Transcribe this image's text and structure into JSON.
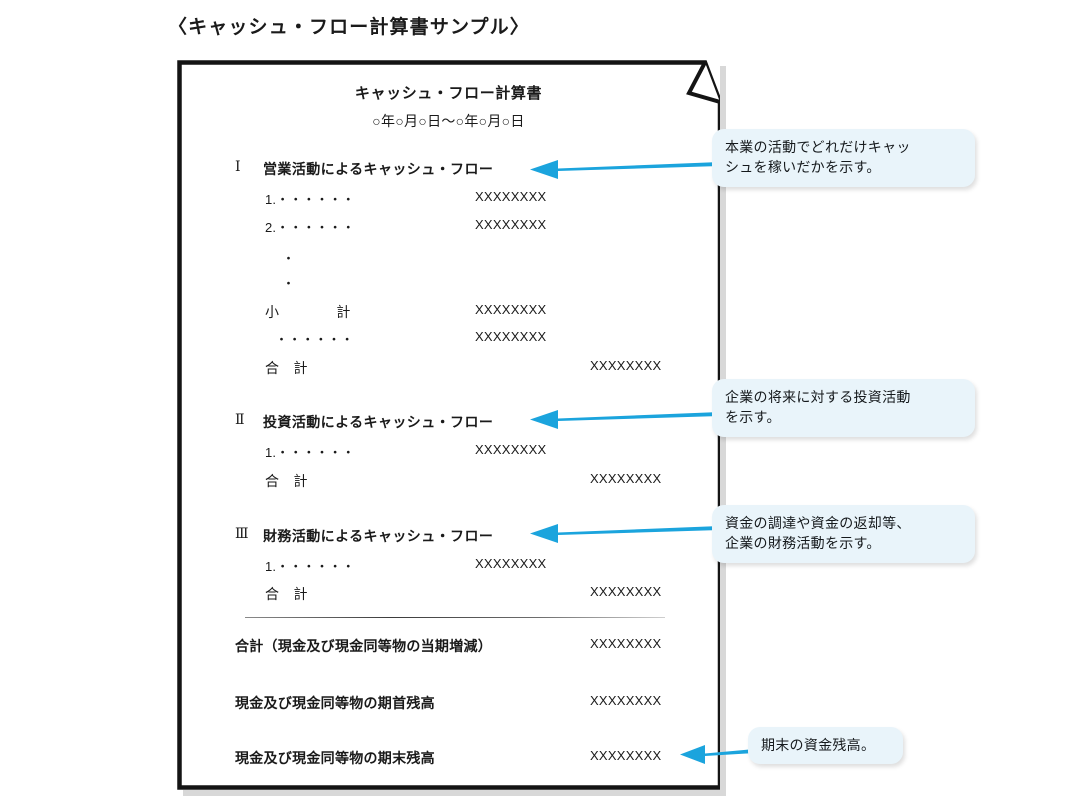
{
  "figure_title": "〈キャッシュ・フロー計算書サンプル〉",
  "document": {
    "title": "キャッシュ・フロー計算書",
    "period": "○年○月○日〜○年○月○日",
    "sections": [
      {
        "numeral": "Ⅰ",
        "label": "営業活動によるキャッシュ・フロー",
        "items": [
          {
            "label": "1.・・・・・・",
            "amount": "XXXXXXXX"
          },
          {
            "label": "2.・・・・・・",
            "amount": "XXXXXXXX"
          },
          {
            "label": "・",
            "amount": ""
          },
          {
            "label": "・",
            "amount": ""
          }
        ],
        "subtotal_label": "小　　　　計",
        "subtotal_amount": "XXXXXXXX",
        "extra_label": "・・・・・・",
        "extra_amount": "XXXXXXXX",
        "total_label": "合　計",
        "total_amount": "XXXXXXXX"
      },
      {
        "numeral": "Ⅱ",
        "label": "投資活動によるキャッシュ・フロー",
        "items": [
          {
            "label": "1.・・・・・・",
            "amount": "XXXXXXXX"
          }
        ],
        "total_label": "合　計",
        "total_amount": "XXXXXXXX"
      },
      {
        "numeral": "Ⅲ",
        "label": "財務活動によるキャッシュ・フロー",
        "items": [
          {
            "label": "1.・・・・・・",
            "amount": "XXXXXXXX"
          }
        ],
        "total_label": "合　計",
        "total_amount": "XXXXXXXX"
      }
    ],
    "summary": [
      {
        "label": "合計（現金及び現金同等物の当期増減）",
        "amount": "XXXXXXXX"
      },
      {
        "label": "現金及び現金同等物の期首残高",
        "amount": "XXXXXXXX"
      },
      {
        "label": "現金及び現金同等物の期末残高",
        "amount": "XXXXXXXX"
      }
    ]
  },
  "callouts": [
    {
      "text": "本業の活動でどれだけキャッ\nシュを稼いだかを示す。"
    },
    {
      "text": "企業の将来に対する投資活動\nを示す。"
    },
    {
      "text": "資金の調達や資金の返却等、\n企業の財務活動を示す。"
    },
    {
      "text": "期末の資金残高。"
    }
  ],
  "colors": {
    "arrow": "#1BA4DD",
    "callout_bg": "#E9F4FA",
    "page_border": "#1a1a1a"
  }
}
